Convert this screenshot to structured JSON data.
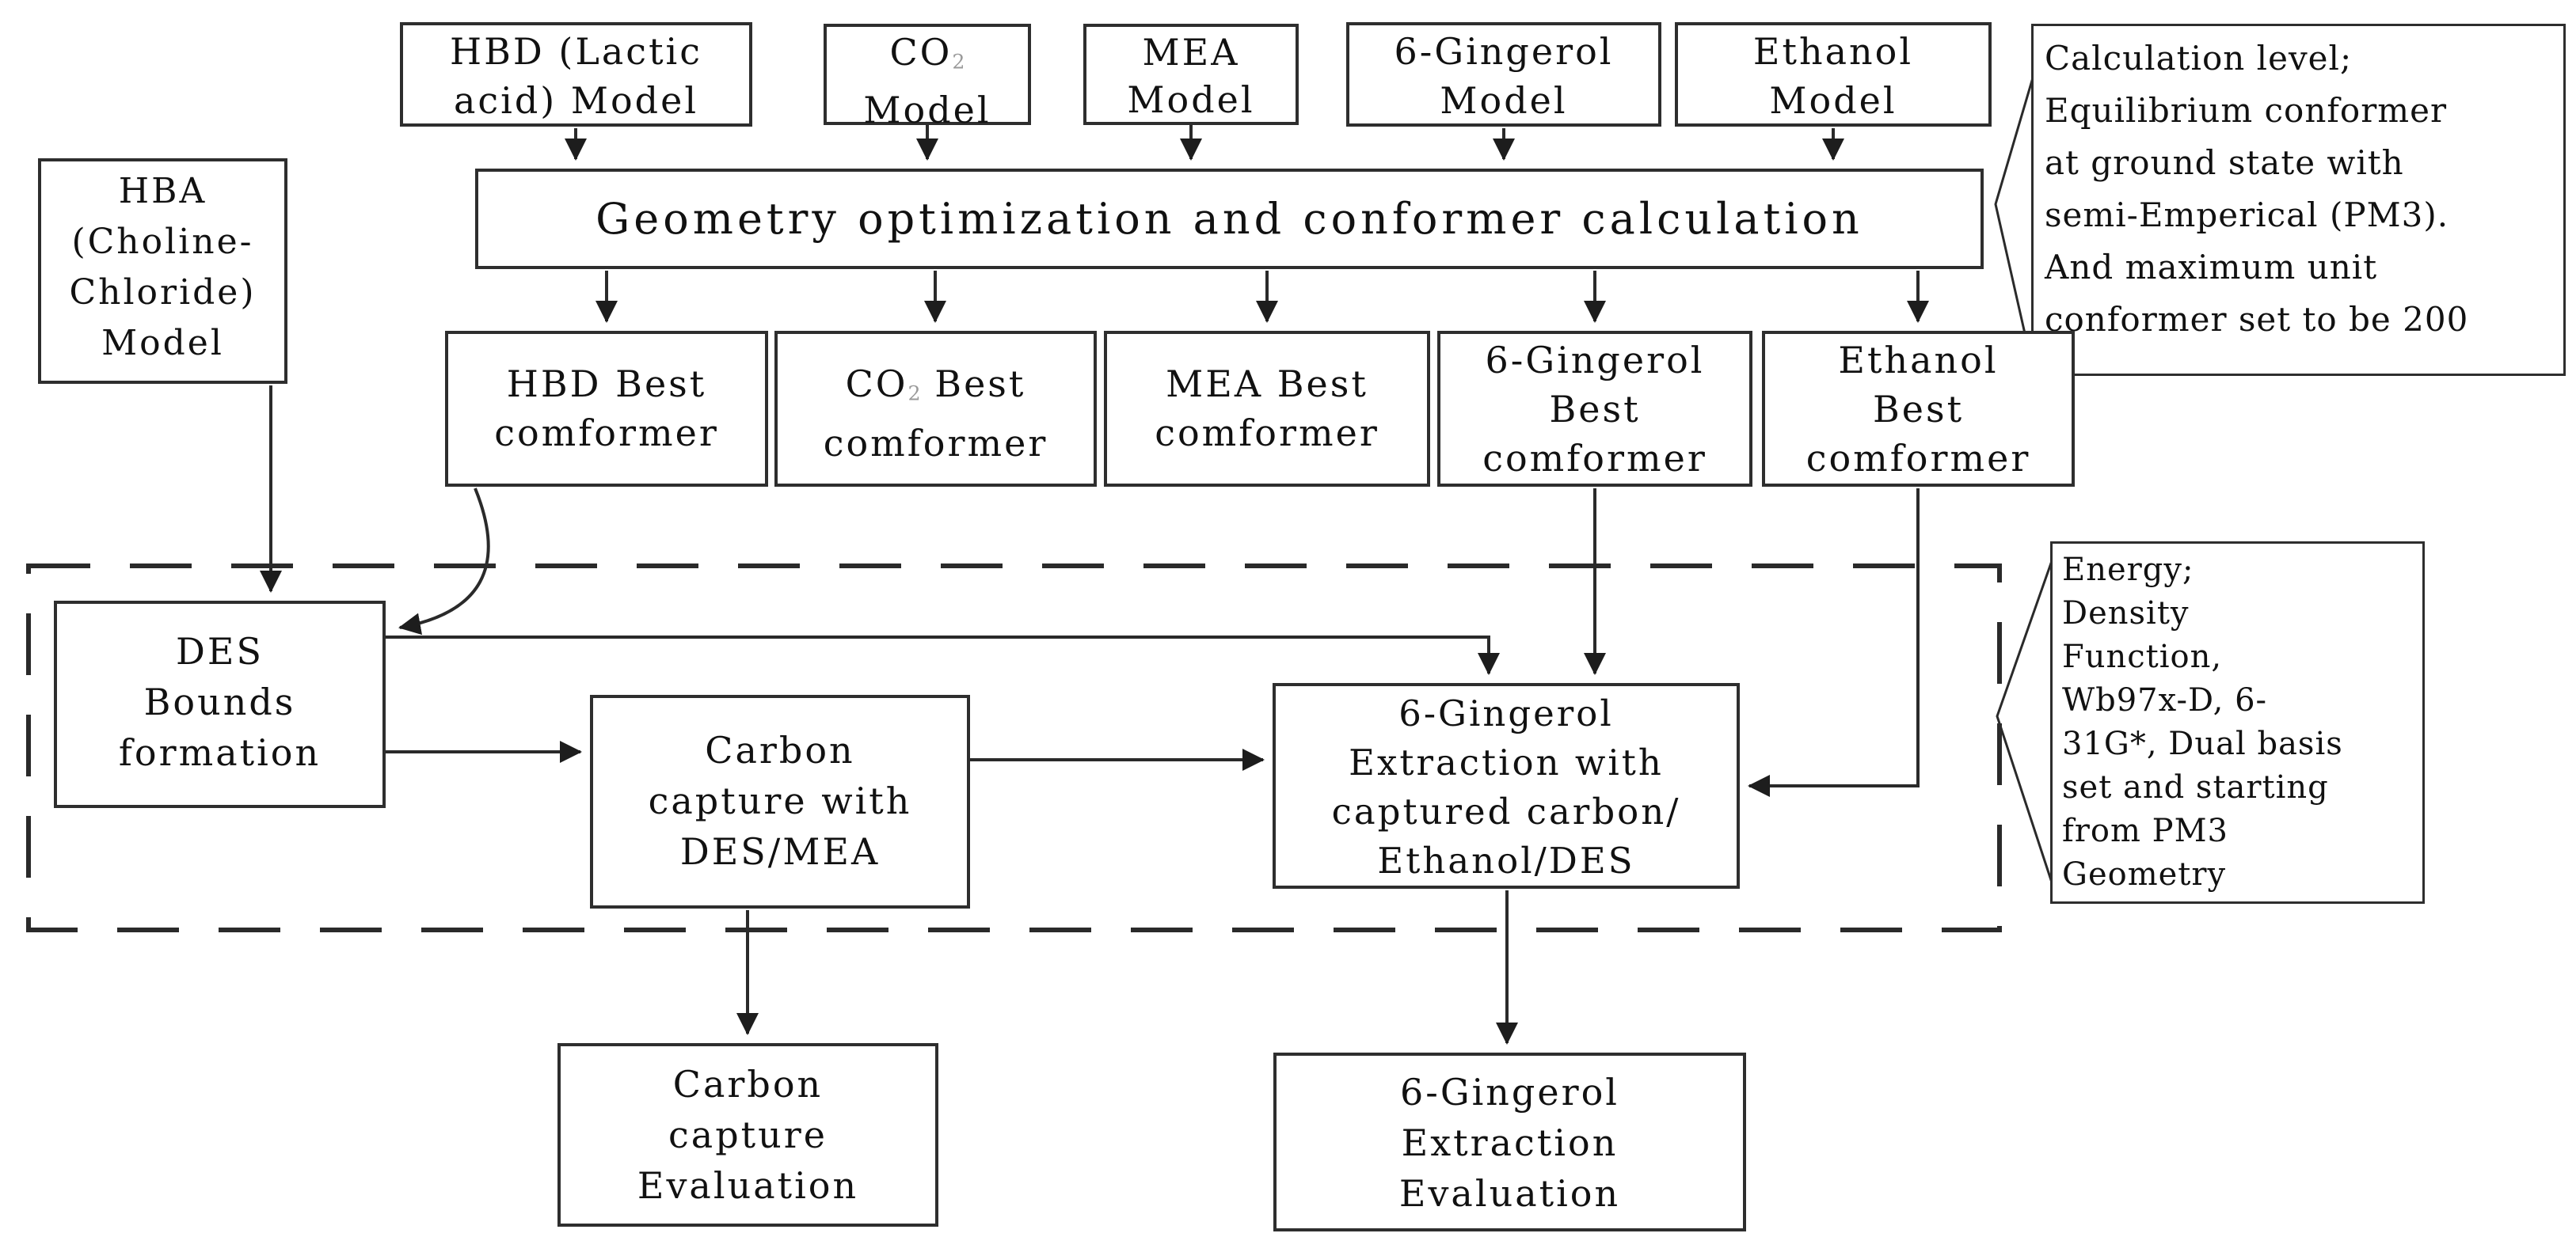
{
  "figure": {
    "background": "#ffffff",
    "line_color": "#222222",
    "type": "flowchart"
  },
  "boxes": {
    "hbd_model": {
      "lines": [
        "HBD (Lactic",
        "acid) Model"
      ]
    },
    "co2_model": {
      "pre": "CO",
      "sub": "2",
      "line2": "Model"
    },
    "mea_model": {
      "lines": [
        "MEA",
        "Model"
      ]
    },
    "gingerol_model": {
      "lines": [
        "6-Gingerol",
        "Model"
      ]
    },
    "ethanol_model": {
      "lines": [
        "Ethanol",
        "Model"
      ]
    },
    "hba_model": {
      "lines": [
        "HBA",
        "(Choline-",
        "Chloride)",
        "Model"
      ]
    },
    "geometry_bar": {
      "label": "Geometry optimization and conformer calculation"
    },
    "hbd_best": {
      "lines": [
        "HBD Best",
        "comformer"
      ]
    },
    "co2_best": {
      "pre": "CO",
      "sub": "2",
      "post": " Best",
      "line2": "comformer"
    },
    "mea_best": {
      "lines": [
        "MEA Best",
        "comformer"
      ]
    },
    "gingerol_best": {
      "lines": [
        "6-Gingerol",
        "Best",
        "comformer"
      ]
    },
    "ethanol_best": {
      "lines": [
        "Ethanol",
        "Best",
        "comformer"
      ]
    },
    "des_formation": {
      "lines": [
        "DES",
        "Bounds",
        "formation"
      ]
    },
    "carbon_capture": {
      "lines": [
        "Carbon",
        "capture with",
        "DES/MEA"
      ]
    },
    "gingerol_extraction": {
      "lines": [
        "6-Gingerol",
        "Extraction with",
        "captured carbon/",
        "Ethanol/DES"
      ]
    },
    "carbon_eval": {
      "lines": [
        "Carbon",
        "capture",
        "Evaluation"
      ]
    },
    "gingerol_eval": {
      "lines": [
        "6-Gingerol",
        "Extraction",
        "Evaluation"
      ]
    }
  },
  "notes": {
    "calc_level": {
      "lines": [
        "Calculation level;",
        "Equilibrium conformer",
        "at ground state with",
        "semi-Emperical (PM3).",
        "And maximum unit",
        "conformer set to be 200"
      ]
    },
    "energy": {
      "lines": [
        "Energy;",
        "Density",
        "Function,",
        "Wb97x-D, 6-",
        "31G*, Dual basis",
        "set and starting",
        "from PM3",
        "Geometry"
      ]
    }
  }
}
